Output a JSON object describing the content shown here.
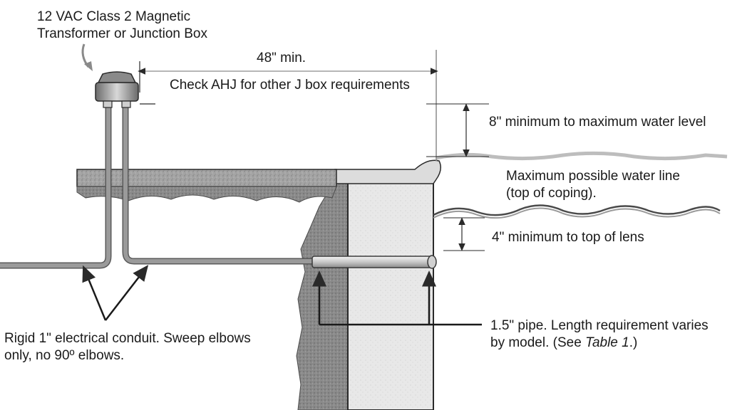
{
  "labels": {
    "transformer_line1": "12 VAC Class 2 Magnetic",
    "transformer_line2": "Transformer or Junction Box",
    "distance": "48\" min.",
    "ahj_note": "Check AHJ for other J box requirements",
    "water_clearance": "8\" minimum to maximum water level",
    "max_water_line1": "Maximum possible water line",
    "max_water_line2": "(top of coping).",
    "lens_clearance": "4\" minimum to top of lens",
    "conduit_line1": "Rigid 1\" electrical conduit. Sweep elbows",
    "conduit_line2": "only, no 90º elbows.",
    "pipe_line1": "1.5\" pipe. Length requirement varies",
    "pipe_line2_prefix": "by model. (See ",
    "pipe_line2_ref": "Table 1",
    "pipe_line2_suffix": ".)"
  },
  "colors": {
    "line": "#2a2a2a",
    "deck": "#a8a8a8",
    "soil": "#8e8e8e",
    "concrete": "#e6e6e6",
    "conduit": "#8a8a8a",
    "water": "#c8c8c8"
  }
}
